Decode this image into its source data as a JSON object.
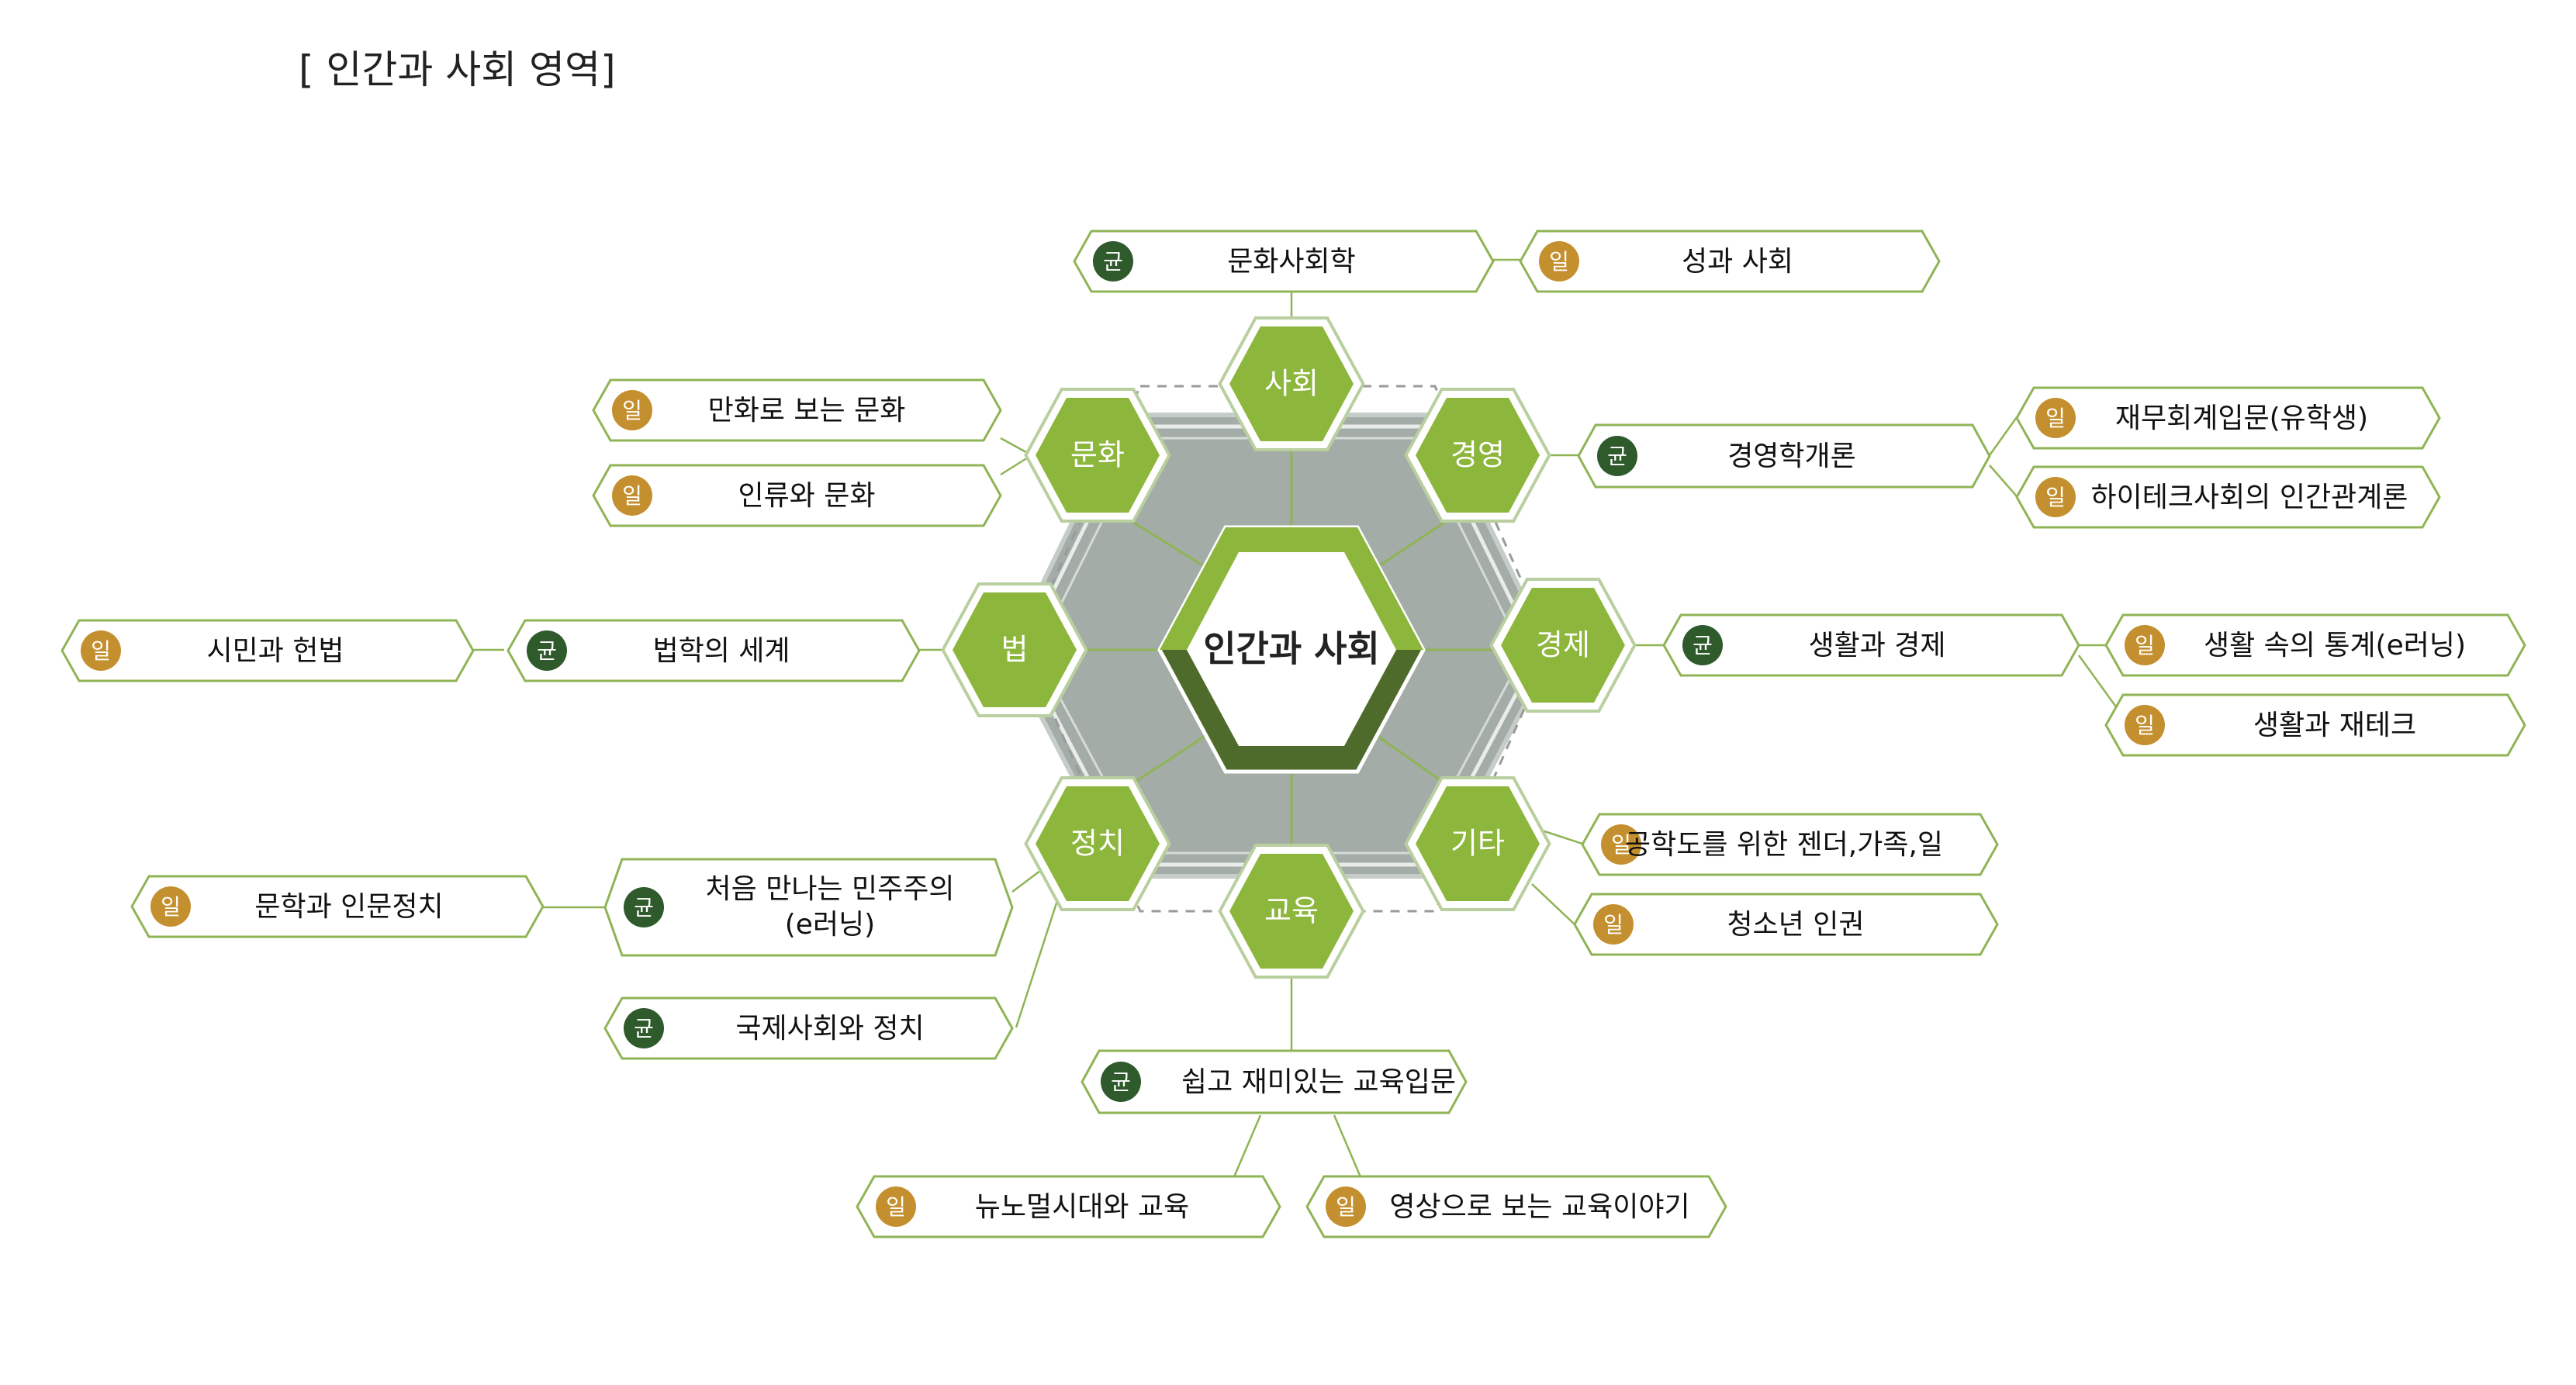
{
  "title": "[ 인간과 사회 영역]",
  "center": "인간과 사회",
  "colors": {
    "hex_green": "#8db63c",
    "hex_dark": "#4f6b2b",
    "outline": "#8fb455",
    "gray_fill": "#a3aca6",
    "badge_gyun": "#2f5a2c",
    "badge_il": "#c4902f"
  },
  "badges": {
    "gyun": "균",
    "il": "일"
  },
  "categories": {
    "society": "사회",
    "culture": "문화",
    "business": "경영",
    "law": "법",
    "economy": "경제",
    "politics": "정치",
    "etc": "기타",
    "education": "교육"
  },
  "courses": {
    "soc_main": "문화사회학",
    "soc_2": "성과 사회",
    "cul_1": "만화로 보는 문화",
    "cul_2": "인류와 문화",
    "bus_main": "경영학개론",
    "bus_1": "재무회계입문(유학생)",
    "bus_2": "하이테크사회의 인간관계론",
    "law_main": "법학의 세계",
    "law_2": "시민과 헌법",
    "eco_main": "생활과 경제",
    "eco_1": "생활 속의 통계(e러닝)",
    "eco_2": "생활과 재테크",
    "pol_main_l1": "처음 만나는 민주주의",
    "pol_main_l2": "(e러닝)",
    "pol_2": "문학과 인문정치",
    "pol_3": "국제사회와 정치",
    "etc_1": "공학도를 위한 젠더,가족,일",
    "etc_2": "청소년 인권",
    "edu_main": "쉽고 재미있는 교육입문",
    "edu_1": "뉴노멀시대와 교육",
    "edu_2": "영상으로 보는 교육이야기"
  }
}
